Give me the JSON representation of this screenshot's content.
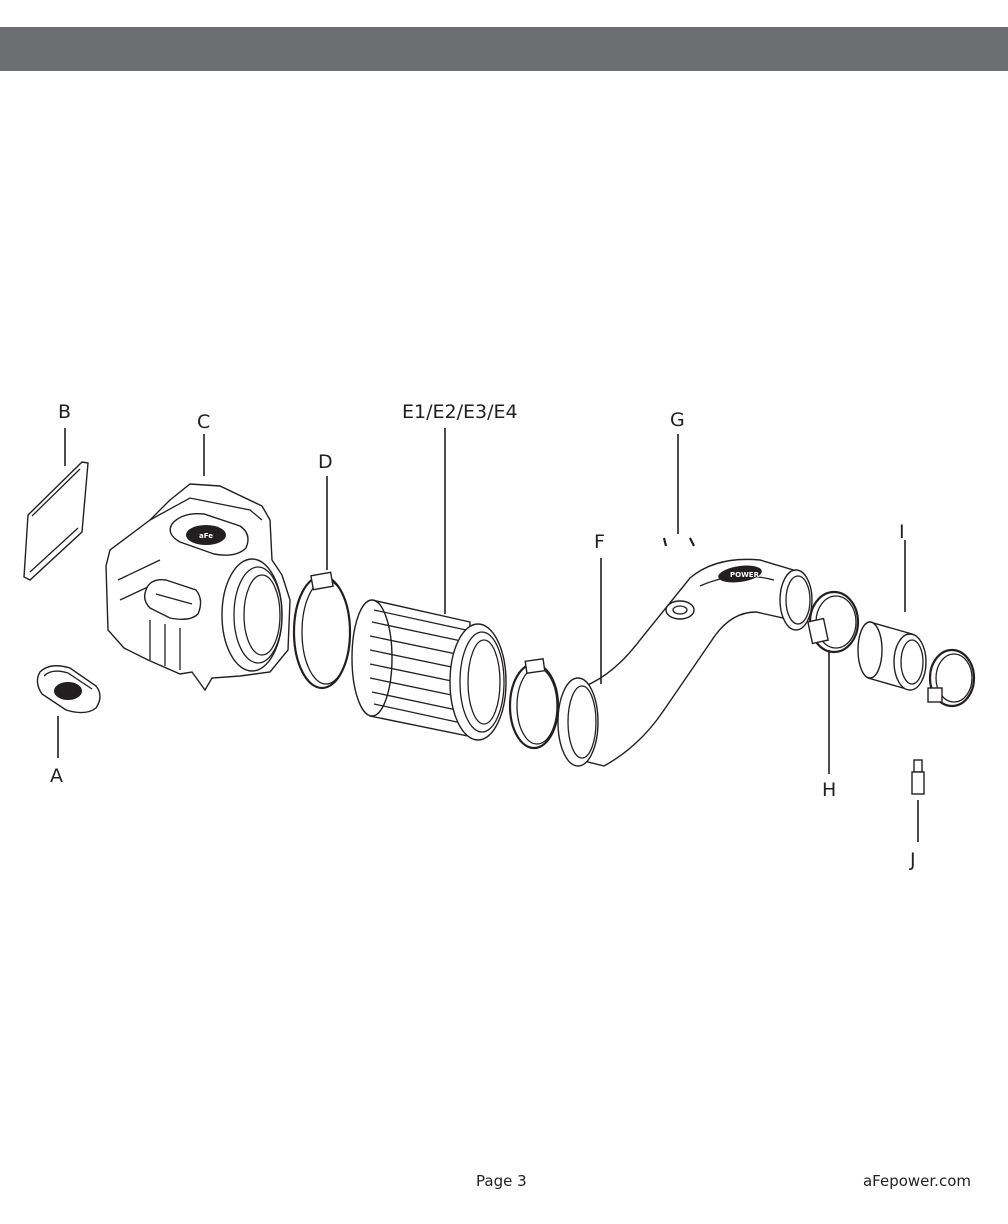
{
  "header": {
    "background_color": "#6d6e71"
  },
  "parts": {
    "A": "A",
    "B": "B",
    "C": "C",
    "D": "D",
    "E": "E1/E2/E3/E4",
    "F": "F",
    "G": "G",
    "H": "H",
    "I": "I",
    "J": "J"
  },
  "logos": {
    "brand": "aFe",
    "brand_sub": "POWER"
  },
  "footer": {
    "page": "Page 3",
    "website": "aFepower.com"
  }
}
